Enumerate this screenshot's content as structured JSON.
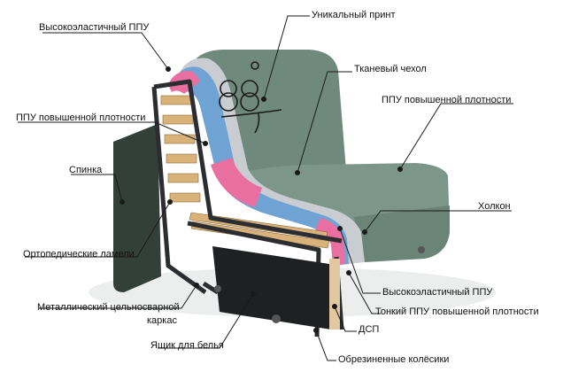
{
  "labels": {
    "hr_foam_top": "Высокоэластичный ППУ",
    "unique_print": "Уникальный принт",
    "fabric_cover": "Тканевый чехол",
    "hd_foam_right": "ППУ повышенной плотности",
    "hd_foam_left": "ППУ повышенной плотности",
    "backrest": "Спинка",
    "holkon": "Холкон",
    "ortho_slats": "Ортопедические ламели",
    "hr_foam_bottom": "Высокоэластичный ППУ",
    "metal_frame_line1": "Металлический цельносварной",
    "metal_frame_line2": "каркас",
    "thin_hd_foam": "Тонкий ППУ повышенной плотности",
    "linen_box": "Ящик для белья",
    "chipboard": "ДСП",
    "rubber_wheels": "Обрезиненные колёсики"
  },
  "colors": {
    "fabric": "#6f8a7d",
    "fabric_light": "#8aa397",
    "foam_blue": "#6fa3d4",
    "foam_pink": "#e86fa0",
    "foam_gray": "#c9ccd0",
    "wood": "#d9b27a",
    "metal": "#2b2d30",
    "box": "#1f2022",
    "leader": "#1a1a1a"
  }
}
